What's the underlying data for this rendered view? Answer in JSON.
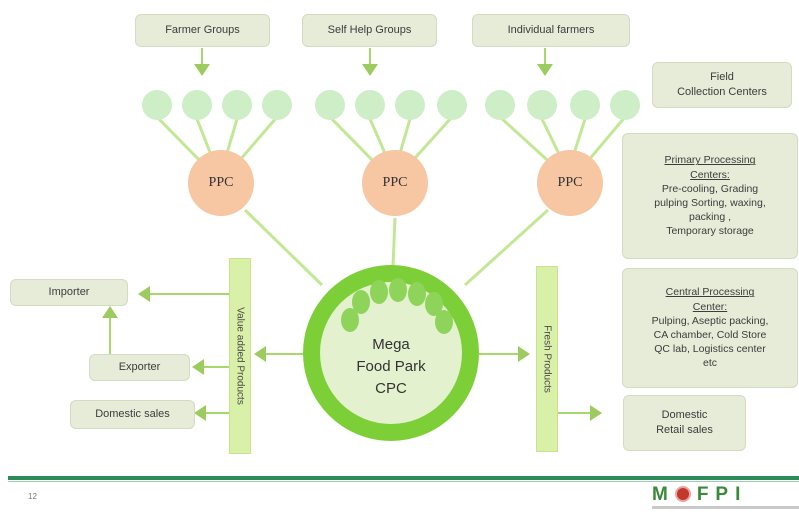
{
  "sources": {
    "farmer_groups": "Farmer Groups",
    "self_help_groups": "Self Help Groups",
    "individual_farmers": "Individual farmers"
  },
  "field_collection": {
    "line1": "Field",
    "line2": "Collection Centers"
  },
  "ppc_label": "PPC",
  "primary_processing": {
    "title1": "Primary Processing",
    "title2": "Centers:",
    "line1": "Pre-cooling, Grading",
    "line2": "pulping Sorting, waxing,",
    "line3": "packing ,",
    "line4": "Temporary storage"
  },
  "central_processing": {
    "title1": "Central Processing",
    "title2": "Center:",
    "line1": "Pulping, Aseptic packing,",
    "line2": "CA chamber, Cold Store",
    "line3": "QC lab, Logistics center",
    "line4": "etc"
  },
  "mega": {
    "line1": "Mega",
    "line2": "Food Park",
    "line3": "CPC"
  },
  "value_added": "Value added Products",
  "fresh_products": "Fresh Products",
  "importer": "Importer",
  "exporter": "Exporter",
  "domestic_sales": "Domestic sales",
  "domestic_retail": {
    "line1": "Domestic",
    "line2": "Retail sales"
  },
  "page_number": "12",
  "logo": {
    "left": "M",
    "right": "FPI"
  },
  "colors": {
    "line_green": "#c2e896",
    "box_fill": "#e6ecd8",
    "ppc_fill": "#f7c6a3",
    "mega_ring": "#7ccf37",
    "footer_green": "#2e8b57"
  }
}
